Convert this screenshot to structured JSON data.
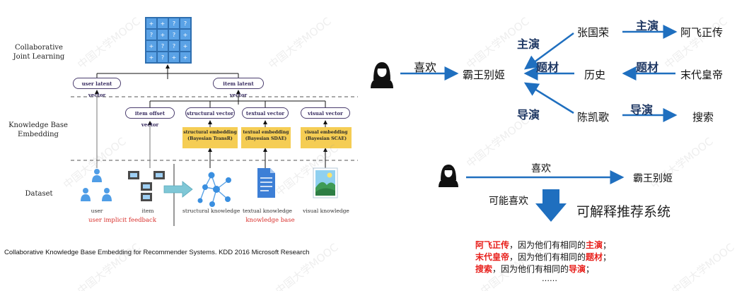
{
  "left": {
    "labels": {
      "collab": "Collaborative\nJoint Learning",
      "kb": "Knowledge Base\nEmbedding",
      "dataset": "Dataset"
    },
    "pills": {
      "user_latent": "user latent vector",
      "item_latent": "item latent vector",
      "item_offset": "item offset vector",
      "structural": "structural vector",
      "textual": "textual vector",
      "visual": "visual vector"
    },
    "boxes": {
      "structural": "structural embedding\n(Bayesian TransR)",
      "textual": "textual embedding\n(Bayesian SDAE)",
      "visual": "visual embedding\n(Bayesian SCAE)"
    },
    "matrix": [
      "+",
      "+",
      "?",
      "?",
      "?",
      "+",
      "?",
      "+",
      "+",
      "?",
      "?",
      "+",
      "+",
      "?",
      "+",
      "+"
    ],
    "captions": {
      "user": "user",
      "item": "item",
      "structural": "structural knowledge",
      "textual": "textual knowledge",
      "visual": "visual knowledge"
    },
    "red": {
      "implicit": "user implicit feedback",
      "kb": "knowledge base"
    },
    "citation": "Collaborative Knowledge Base Embedding for Recommender Systems. KDD 2016  Microsoft Research"
  },
  "right": {
    "nodes": {
      "movie": "霸王别姬",
      "actor": "张国荣",
      "feige": "阿飞正传",
      "history": "历史",
      "last_emperor": "末代皇帝",
      "director": "陈凯歌",
      "search": "搜索"
    },
    "edges": {
      "like": "喜欢",
      "star1": "主演",
      "star2": "主演",
      "theme1": "题材",
      "theme2": "题材",
      "direct1": "导演",
      "direct2": "导演"
    },
    "bottom": {
      "like": "喜欢",
      "movie": "霸王别姬",
      "maybe": "可能喜欢",
      "title": "可解释推荐系统",
      "reasons": [
        {
          "item": "阿飞正传",
          "mid": "，因为他们有相同的",
          "attr": "主演",
          "end": "；"
        },
        {
          "item": "末代皇帝",
          "mid": "，因为他们有相同的",
          "attr": "题材",
          "end": "；"
        },
        {
          "item": "搜索",
          "mid": "，因为他们有相同的",
          "attr": "导演",
          "end": "；"
        }
      ],
      "ellipsis": "……"
    },
    "watermark": "中国大学MOOC"
  },
  "colors": {
    "arrow_blue": "#1f6fbf",
    "matrix_blue": "#5aa2e6",
    "highlight_yellow": "#f5cd54",
    "red": "#e8211d"
  }
}
